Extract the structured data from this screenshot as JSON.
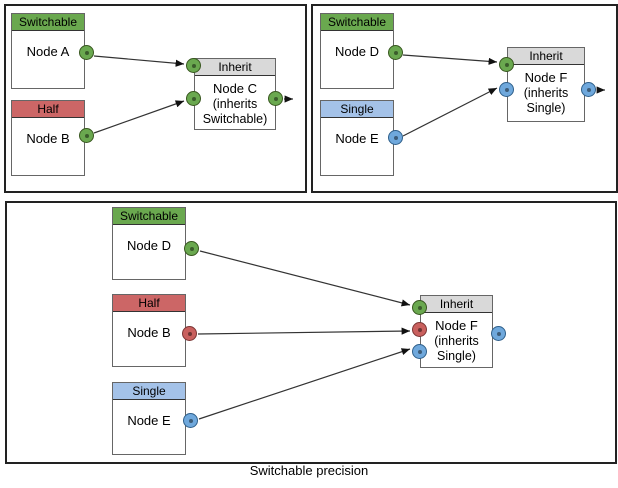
{
  "caption": "Switchable precision",
  "colors": {
    "switchable_green": "#6aa84f",
    "half_red": "#cc6666",
    "single_blue": "#a4c2e8",
    "inherit_gray": "#d9d9d9",
    "port_green": "#6aa84f",
    "port_red": "#c9605e",
    "port_blue": "#6fa8dc"
  },
  "panels": [
    {
      "name": "switchable-inherits-switchable",
      "nodes": [
        {
          "type": "Switchable",
          "title": "Node A"
        },
        {
          "type": "Half",
          "title": "Node B"
        },
        {
          "type": "Inherit",
          "title": "Node C",
          "subtitle": "(inherits Switchable)"
        }
      ],
      "edges": [
        "Node A → Node C",
        "Node B → Node C",
        "Node C → output"
      ]
    },
    {
      "name": "switchable-inherits-single",
      "nodes": [
        {
          "type": "Switchable",
          "title": "Node D"
        },
        {
          "type": "Single",
          "title": "Node E"
        },
        {
          "type": "Inherit",
          "title": "Node F",
          "subtitle": "(inherits Single)"
        }
      ],
      "edges": [
        "Node D → Node F",
        "Node E → Node F",
        "Node F → output"
      ]
    },
    {
      "name": "combined-precisions",
      "nodes": [
        {
          "type": "Switchable",
          "title": "Node D"
        },
        {
          "type": "Half",
          "title": "Node B"
        },
        {
          "type": "Single",
          "title": "Node E"
        },
        {
          "type": "Inherit",
          "title": "Node F",
          "subtitle": "(inherits Single)"
        }
      ],
      "edges": [
        "Node D → Node F",
        "Node B → Node F",
        "Node E → Node F"
      ]
    }
  ]
}
